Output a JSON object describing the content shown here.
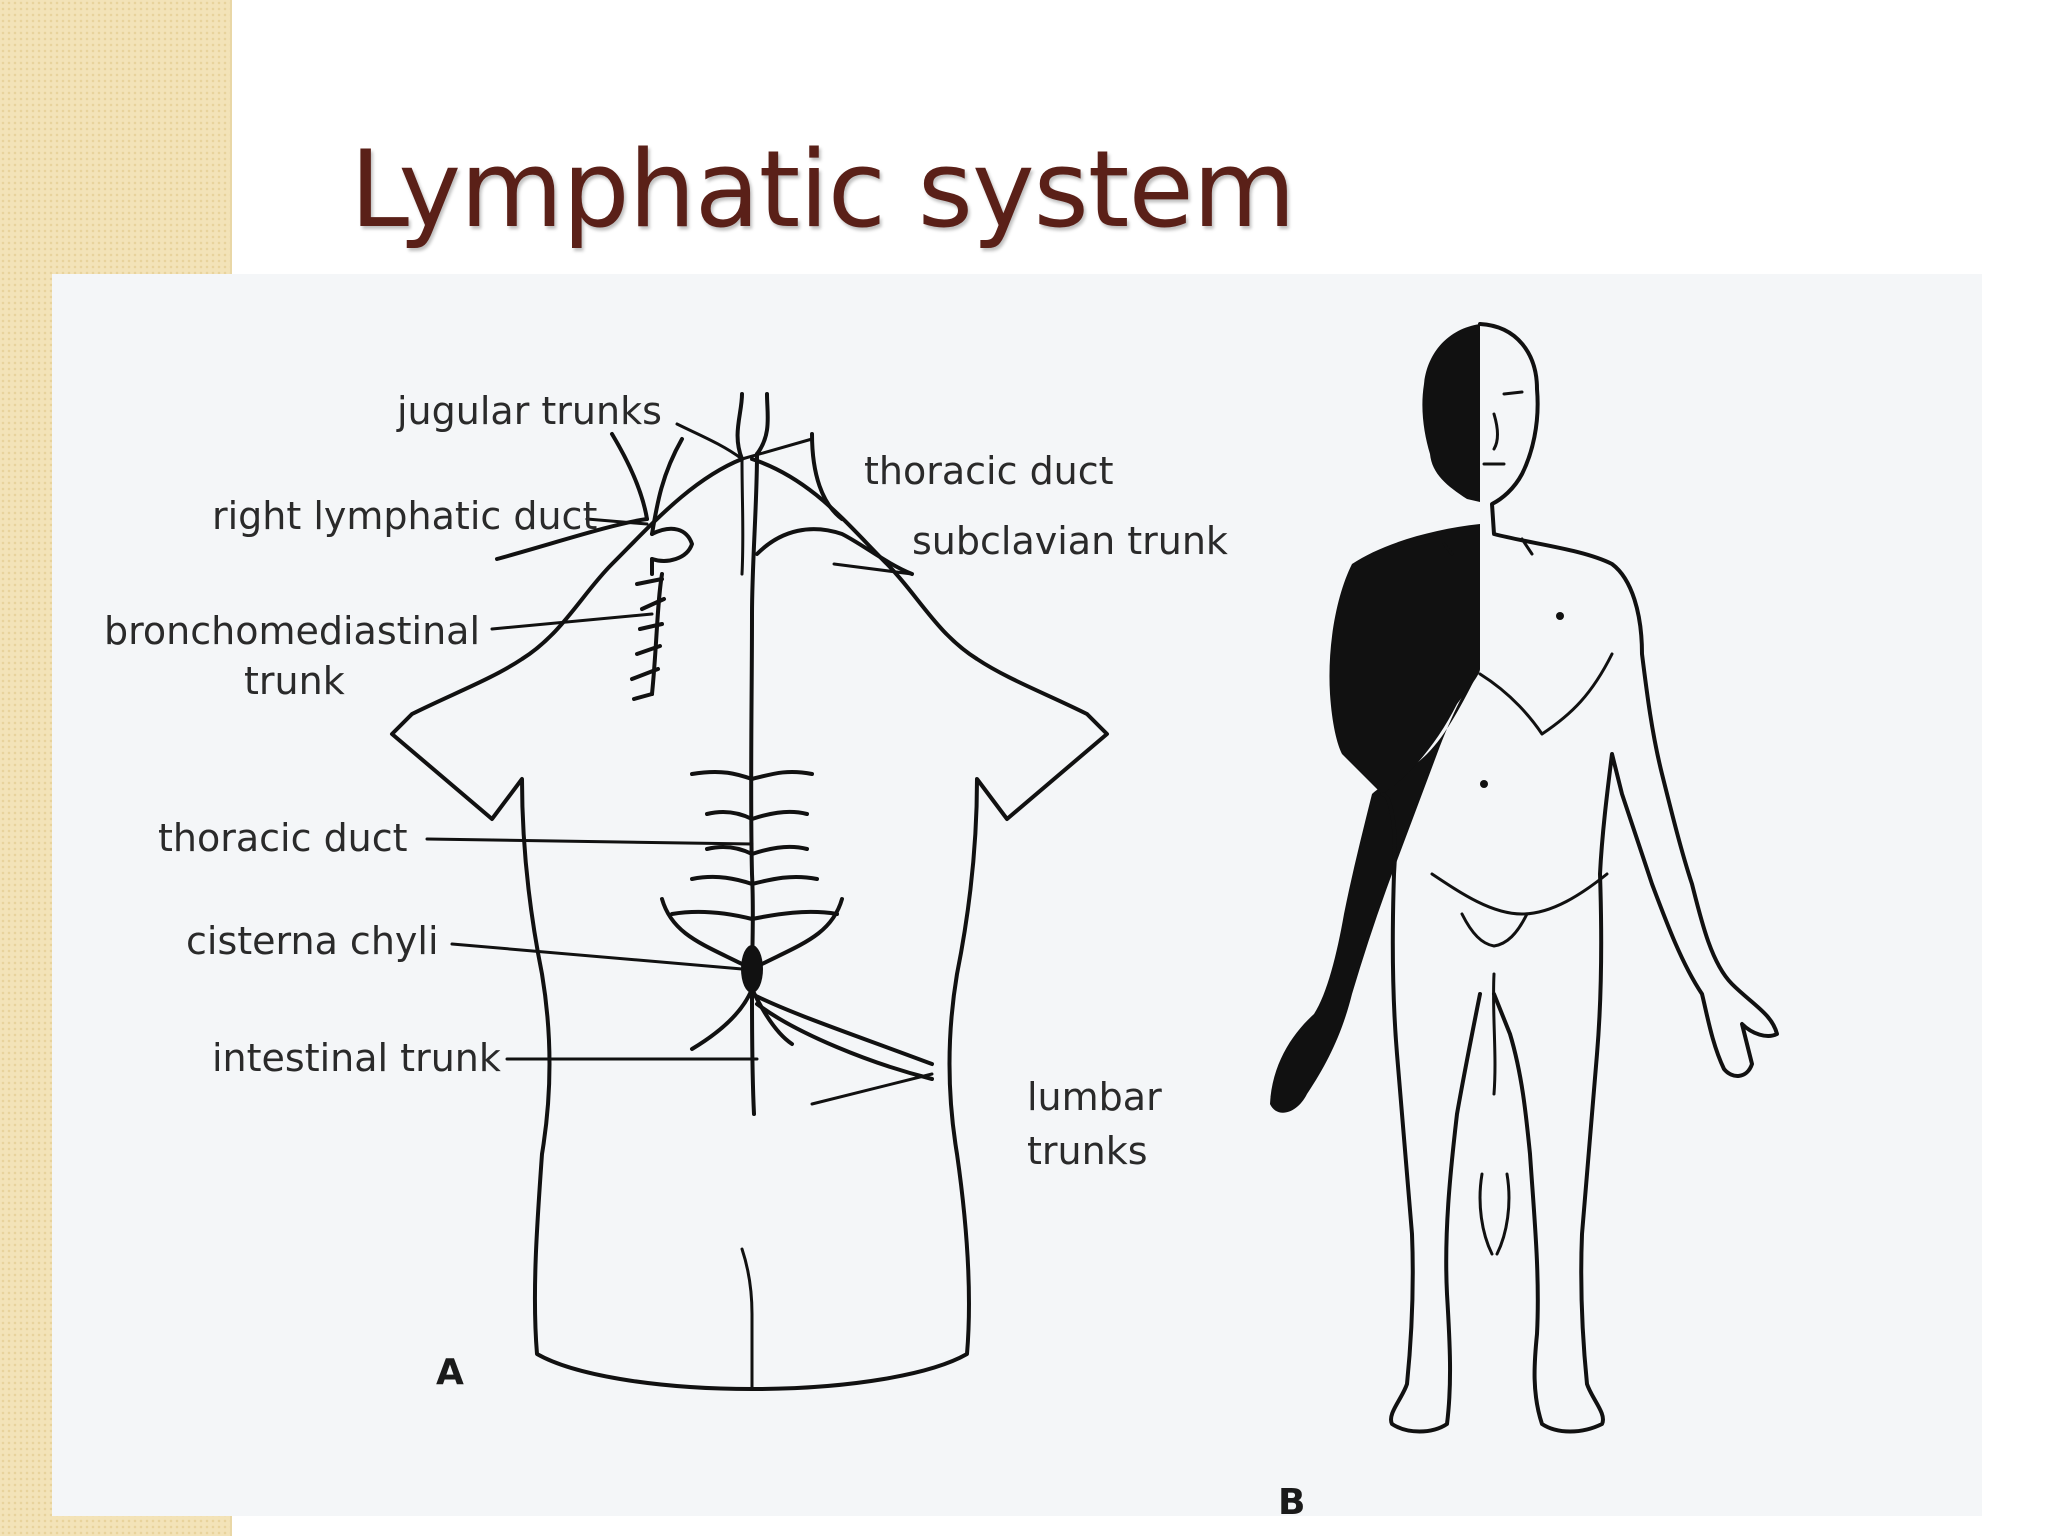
{
  "slide": {
    "title": "Lymphatic system"
  },
  "figure": {
    "panel_a": {
      "letter": "A",
      "labels": {
        "jugular_trunks": "jugular trunks",
        "thoracic_duct_top": "thoracic duct",
        "right_lymphatic_duct": "right lymphatic duct",
        "subclavian_trunk": "subclavian trunk",
        "bronchomediastinal_line1": "bronchomediastinal",
        "bronchomediastinal_line2": "trunk",
        "thoracic_duct": "thoracic duct",
        "cisterna_chyli": "cisterna chyli",
        "intestinal_trunk": "intestinal trunk",
        "lumbar_line1": "lumbar",
        "lumbar_line2": "trunks"
      }
    },
    "panel_b": {
      "letter": "B"
    }
  },
  "colors": {
    "title": "#5a2018",
    "left_band": "#f3e3b8",
    "figure_background": "#f4f6f8",
    "ink": "#111111"
  }
}
